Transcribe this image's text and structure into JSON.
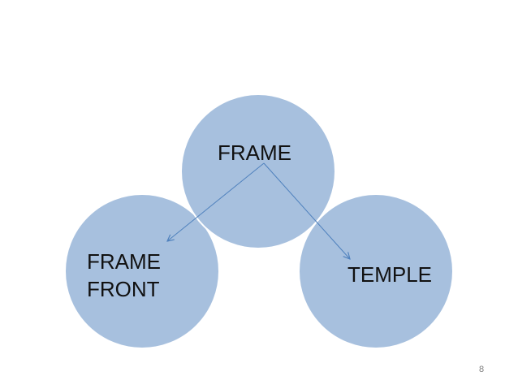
{
  "colors": {
    "circle_fill": "#a7c0de",
    "arrow": "#4f81bd",
    "background": "#ffffff"
  },
  "nodes": {
    "top": "FRAME",
    "left": "FRAME\nFRONT",
    "right": "TEMPLE"
  },
  "edges": [
    {
      "from": "FRAME",
      "to": "FRAME\nFRONT"
    },
    {
      "from": "FRAME",
      "to": "TEMPLE"
    }
  ],
  "page_number": "8"
}
